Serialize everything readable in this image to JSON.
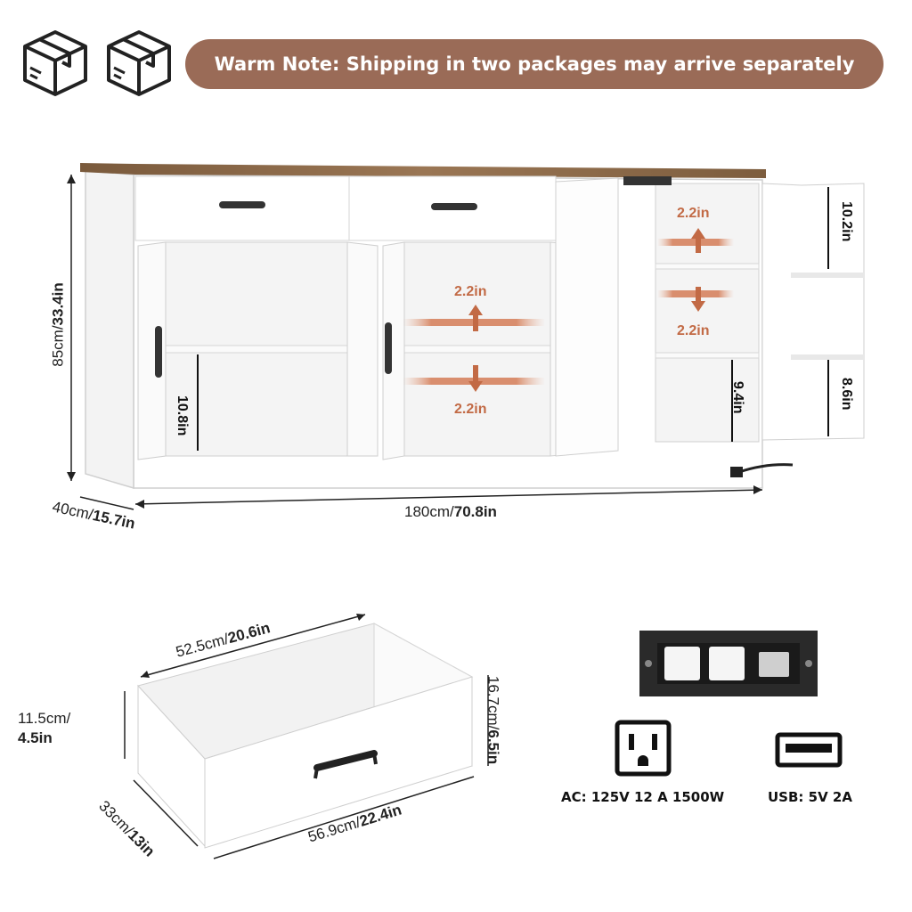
{
  "header": {
    "note": "Warm Note: Shipping in two packages may arrive separately",
    "package_icons": [
      "package-box-icon",
      "package-box-icon"
    ]
  },
  "cabinet": {
    "height": {
      "metric": "85cm/",
      "imperial": "33.4in"
    },
    "depth": {
      "metric": "40cm/",
      "imperial": "15.7in"
    },
    "width": {
      "metric": "180cm/",
      "imperial": "70.8in"
    },
    "inner_labels": {
      "left_lower": "10.8in",
      "middle_up": "2.2in",
      "middle_down": "2.2in",
      "right_up": "2.2in",
      "right_down": "2.2in",
      "right_lower": "9.4in",
      "door_top": "10.2in",
      "door_bottom": "8.6in"
    }
  },
  "drawer": {
    "inner_width": {
      "metric": "52.5cm/",
      "imperial": "20.6in"
    },
    "inner_height": {
      "metric": "11.5cm/",
      "imperial": "4.5in"
    },
    "outer_height": {
      "metric": "16.7cm/",
      "imperial": "6.5in"
    },
    "depth": {
      "metric": "33cm/",
      "imperial": "13in"
    },
    "outer_width": {
      "metric": "56.9cm/",
      "imperial": "22.4in"
    }
  },
  "power": {
    "ac_label": "AC: 125V 12 A 1500W",
    "usb_label": "USB: 5V 2A",
    "icons": [
      "ac-outlet-icon",
      "usb-port-icon"
    ]
  },
  "colors": {
    "note_bg": "#9a6b57",
    "wood_top": "#8a6a48",
    "accent_orange": "#c26a45",
    "cabinet_white": "#ffffff",
    "outline_gray": "#cfcfcf"
  }
}
